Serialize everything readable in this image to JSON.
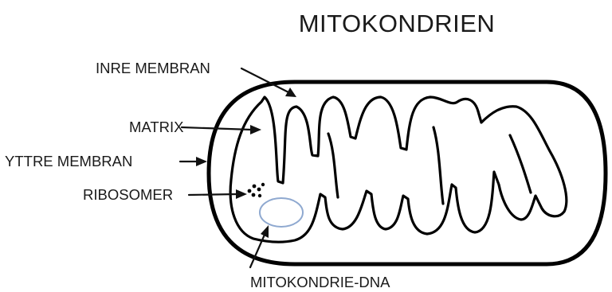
{
  "title": "MITOKONDRIEN",
  "labels": {
    "inner_membrane": "INRE MEMBRAN",
    "matrix": "MATRIX",
    "outer_membrane": "YTTRE MEMBRAN",
    "ribosomes": "RIBOSOMER",
    "mtdna": "MITOKONDRIE-DNA"
  },
  "colors": {
    "outline": "#000000",
    "dna_ring": "#8fa9d0",
    "text": "#1a1a1a"
  }
}
